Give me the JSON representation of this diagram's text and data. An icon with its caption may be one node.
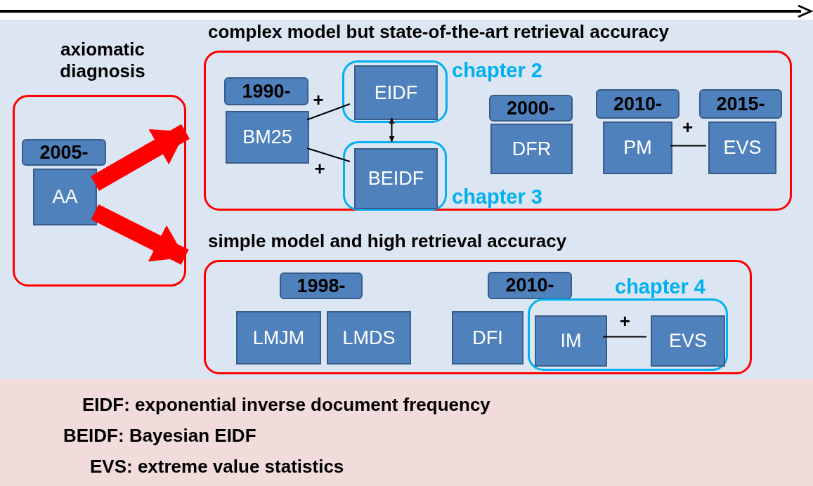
{
  "diagram": {
    "nodes": [
      {
        "text": [
          "axiomatic diagnosis"
        ]
      },
      {
        "text": [
          "2005-"
        ],
        "in": 0
      },
      {
        "text": [
          "AA"
        ],
        "in": 0
      },
      {
        "text": [
          "complex model but state-of-the-art retrieval accuracy"
        ]
      },
      {
        "text": [
          "1990-"
        ],
        "in": 3
      },
      {
        "text": [
          "BM25"
        ],
        "in": 3
      },
      {
        "text": [
          "chapter 2"
        ],
        "in": 3
      },
      {
        "text": [
          "EIDF"
        ],
        "in": 6
      },
      {
        "text": [
          "chapter 3"
        ],
        "in": 3
      },
      {
        "text": [
          "BEIDF"
        ],
        "in": 8
      },
      {
        "text": [
          "2000-"
        ],
        "in": 3
      },
      {
        "text": [
          "DFR"
        ],
        "in": 3
      },
      {
        "text": [
          "2010-"
        ],
        "in": 3
      },
      {
        "text": [
          "PM"
        ],
        "in": 3
      },
      {
        "text": [
          "2015-"
        ],
        "in": 3
      },
      {
        "text": [
          "EVS"
        ],
        "in": 3
      },
      {
        "text": [
          "simple model and high retrieval accuracy"
        ]
      },
      {
        "text": [
          "1998-"
        ],
        "in": 16
      },
      {
        "text": [
          "LMJM"
        ],
        "in": 16
      },
      {
        "text": [
          "LMDS"
        ],
        "in": 16
      },
      {
        "text": [
          "2010-"
        ],
        "in": 16
      },
      {
        "text": [
          "DFI"
        ],
        "in": 16
      },
      {
        "text": [
          "chapter 4"
        ],
        "in": 16
      },
      {
        "text": [
          "IM"
        ],
        "in": 22
      },
      {
        "text": [
          "EVS"
        ],
        "in": 22
      }
    ],
    "edges": [
      {
        "from": 2,
        "to": 3,
        "arrow": "to",
        "style": "thick",
        "color": "#ff0000"
      },
      {
        "from": 2,
        "to": 16,
        "arrow": "to",
        "style": "thick",
        "color": "#ff0000"
      },
      {
        "from": 5,
        "to": 7,
        "arrow": "none",
        "label": "+"
      },
      {
        "from": 5,
        "to": 9,
        "arrow": "none",
        "label": "+"
      },
      {
        "from": 7,
        "to": 9,
        "arrow": "both"
      },
      {
        "from": 13,
        "to": 15,
        "arrow": "none",
        "label": "+"
      },
      {
        "from": 23,
        "to": 24,
        "arrow": "none",
        "label": "+"
      }
    ],
    "labels": [
      "EIDF: exponential inverse document frequency",
      "BEIDF: Bayesian EIDF",
      "EVS: extreme value statistics"
    ]
  }
}
